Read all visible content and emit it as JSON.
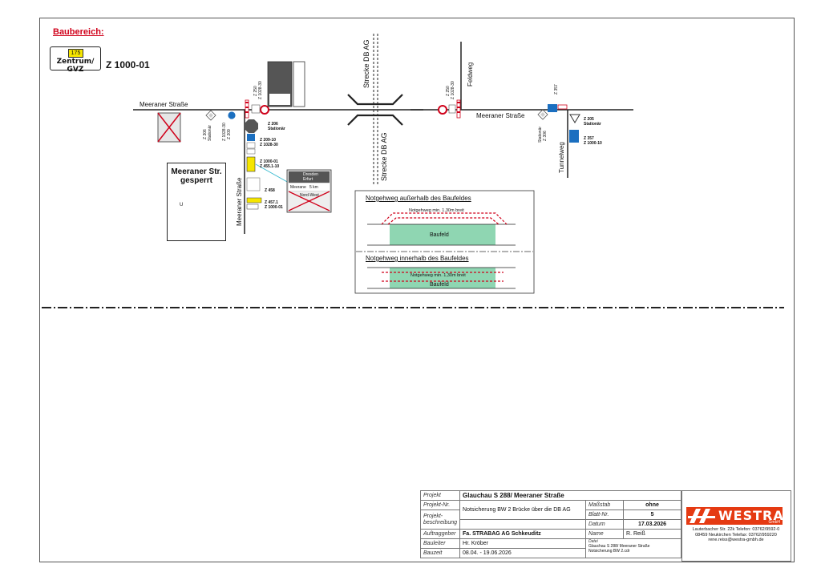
{
  "header": {
    "area_title": "Baubereich:"
  },
  "zone_sign": {
    "number": "175",
    "text": "Zentrum/ GVZ",
    "code": "Z  1000-01"
  },
  "streets": {
    "meeraner_left": "Meeraner Straße",
    "meeraner_right": "Meeraner Straße",
    "meeraner_vertical": "Meeraner Straße",
    "strecke_top": "Strecke DB AG",
    "strecke_bottom": "Strecke DB AG",
    "feldweg": "Feldweg",
    "tunnelweg": "Tunnelweg"
  },
  "sign_labels": {
    "z250_left": "Z  250",
    "z1028_left": "Z 1028-30",
    "z206": "Z  206",
    "stationaer_206": "Stationär",
    "z209": "Z  209-10",
    "z1028_mid": "Z  1028-30",
    "z1000_01": "Z  1000-01",
    "z455": "Z  455.1-10",
    "z458": "Z  458",
    "z457": "Z  457.1",
    "z1000_01b": "Z  1000-01",
    "z250_right": "Z  250",
    "z1028_right": "Z 1028-30",
    "z357_top": "Z  357",
    "z205": "Z  205",
    "stationaer_205": "Stationär",
    "z357_b": "Z  357",
    "z1000_10": "Z  1000-10",
    "z306_left": "Z 306",
    "stationaer_306_left": "Stationär",
    "z306_right": "Z 306",
    "stationaer_306_right": "Stationär",
    "z209_left": "Z 209",
    "z1028_30_left": "Z 1028-30"
  },
  "closure_box": {
    "title": "Meeraner Str. gesperrt",
    "u_label": "U"
  },
  "dir_sign": {
    "line1": "Dresden",
    "line2": "Erfurt",
    "line3": "Meerane",
    "line3b": "5 km",
    "line4": "Nord-West"
  },
  "notgehweg": {
    "title_outside": "Notgehweg außerhalb des Baufeldes",
    "min_outside": "Notgehweg min. 1,30m breit",
    "baufeld_outside": "Baufeld",
    "title_inside": "Notgehweg innerhalb des Baufeldes",
    "min_inside": "Notgehweg min. 1,30m breit",
    "baufeld_inside": "Baufeld"
  },
  "title_block": {
    "projekt_label": "Projekt",
    "projekt_value": "Glauchau S 288/ Meeraner Straße",
    "projekt_nr_label": "Projekt-Nr.",
    "beschreibung_label": "Projekt-beschreibung",
    "beschreibung_value": "Notsicherung BW 2 Brücke über die DB AG",
    "massstab_label": "Maßstab",
    "massstab_value": "ohne",
    "blatt_label": "Blatt-Nr.",
    "blatt_value": "5",
    "datum_label": "Datum",
    "datum_value": "17.03.2026",
    "auftraggeber_label": "Auftraggeber",
    "auftraggeber_value": "Fa. STRABAG AG Schkeuditz",
    "name_label": "Name",
    "name_value": "R. Reiß",
    "bauleiter_label": "Bauleiter",
    "bauleiter_value": "Hr. Kröber",
    "datei_label": "Datei",
    "datei_value1": "Glauchau S 288/ Meeraner Straße",
    "datei_value2": "Notsicherung BW 2.cdr",
    "bauzeit_label": "Bauzeit",
    "bauzeit_value": "08.04.  -  19.06.2026"
  },
  "company": {
    "name": "WESTRA",
    "sub": "GmbH",
    "addr1": "Lauterbacher Str. 22k  Telefon: 03762/9592-0",
    "addr2": "08459 Neukirchen     Telefax: 03762/959220",
    "email": "rene.reiss@westra-gmbh.de"
  },
  "colors": {
    "accent_red": "#d0021b",
    "baufeld_green": "#8fd6b2",
    "sign_yellow": "#f6e600",
    "sign_blue": "#1b6fc0",
    "logo_red": "#e53a12"
  }
}
